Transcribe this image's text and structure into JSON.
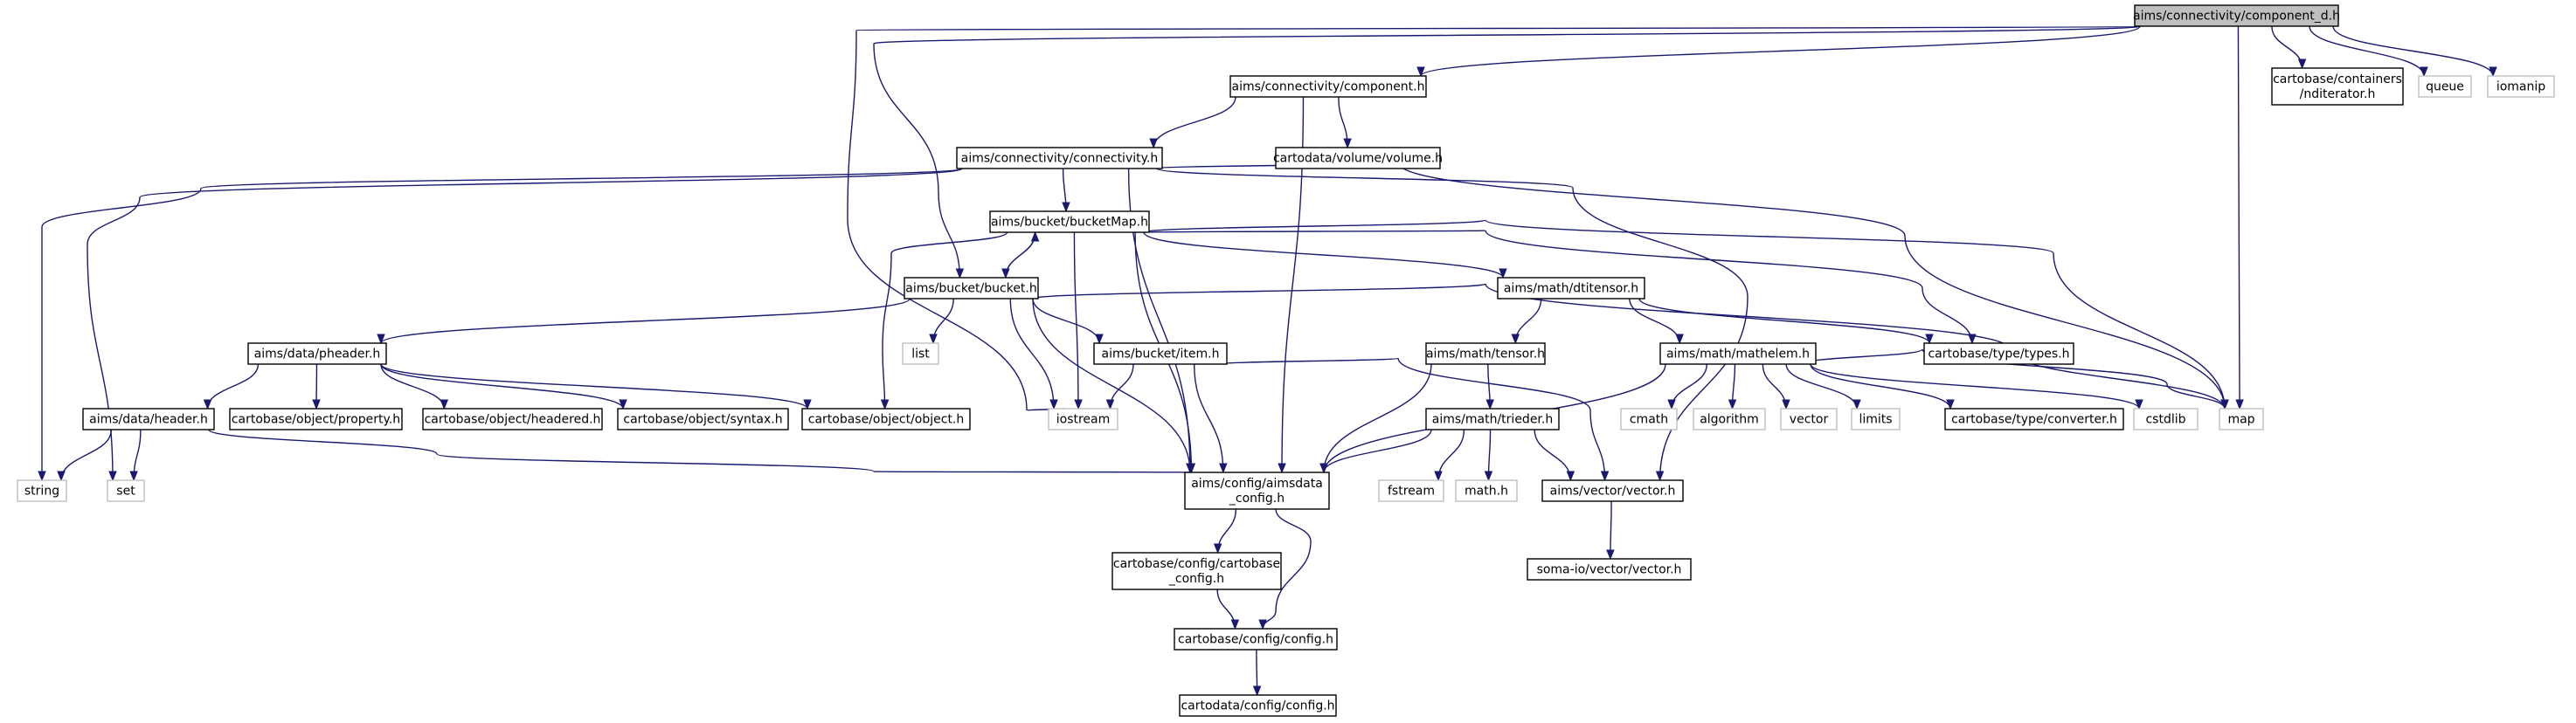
{
  "colors": {
    "edge": "#191970",
    "root_fill": "#bfbfbf",
    "documented_border": "#000000",
    "external_border": "#bfbfbf",
    "node_fill": "#ffffff"
  },
  "nodes": [
    {
      "id": "root",
      "lines": [
        "aims/connectivity/component_d.h"
      ],
      "kind": "root"
    },
    {
      "id": "component",
      "lines": [
        "aims/connectivity/component.h"
      ],
      "kind": "doc"
    },
    {
      "id": "nditerator",
      "lines": [
        "cartobase/containers",
        "/nditerator.h"
      ],
      "kind": "doc"
    },
    {
      "id": "queue",
      "lines": [
        "queue"
      ],
      "kind": "ext"
    },
    {
      "id": "iomanip",
      "lines": [
        "iomanip"
      ],
      "kind": "ext"
    },
    {
      "id": "connectivity",
      "lines": [
        "aims/connectivity/connectivity.h"
      ],
      "kind": "doc"
    },
    {
      "id": "volume",
      "lines": [
        "cartodata/volume/volume.h"
      ],
      "kind": "doc"
    },
    {
      "id": "bucketMap",
      "lines": [
        "aims/bucket/bucketMap.h"
      ],
      "kind": "doc"
    },
    {
      "id": "bucket",
      "lines": [
        "aims/bucket/bucket.h"
      ],
      "kind": "doc"
    },
    {
      "id": "dtitensor",
      "lines": [
        "aims/math/dtitensor.h"
      ],
      "kind": "doc"
    },
    {
      "id": "pheader",
      "lines": [
        "aims/data/pheader.h"
      ],
      "kind": "doc"
    },
    {
      "id": "list",
      "lines": [
        "list"
      ],
      "kind": "ext"
    },
    {
      "id": "item",
      "lines": [
        "aims/bucket/item.h"
      ],
      "kind": "doc"
    },
    {
      "id": "tensor",
      "lines": [
        "aims/math/tensor.h"
      ],
      "kind": "doc"
    },
    {
      "id": "mathelem",
      "lines": [
        "aims/math/mathelem.h"
      ],
      "kind": "doc"
    },
    {
      "id": "types",
      "lines": [
        "cartobase/type/types.h"
      ],
      "kind": "doc"
    },
    {
      "id": "header",
      "lines": [
        "aims/data/header.h"
      ],
      "kind": "doc"
    },
    {
      "id": "property",
      "lines": [
        "cartobase/object/property.h"
      ],
      "kind": "doc"
    },
    {
      "id": "headered",
      "lines": [
        "cartobase/object/headered.h"
      ],
      "kind": "doc"
    },
    {
      "id": "syntax",
      "lines": [
        "cartobase/object/syntax.h"
      ],
      "kind": "doc"
    },
    {
      "id": "object",
      "lines": [
        "cartobase/object/object.h"
      ],
      "kind": "doc"
    },
    {
      "id": "iostream",
      "lines": [
        "iostream"
      ],
      "kind": "ext"
    },
    {
      "id": "cmath",
      "lines": [
        "cmath"
      ],
      "kind": "ext"
    },
    {
      "id": "algorithm",
      "lines": [
        "algorithm"
      ],
      "kind": "ext"
    },
    {
      "id": "vectorstd",
      "lines": [
        "vector"
      ],
      "kind": "ext"
    },
    {
      "id": "limits",
      "lines": [
        "limits"
      ],
      "kind": "ext"
    },
    {
      "id": "converter",
      "lines": [
        "cartobase/type/converter.h"
      ],
      "kind": "doc"
    },
    {
      "id": "cstdlib",
      "lines": [
        "cstdlib"
      ],
      "kind": "ext"
    },
    {
      "id": "map",
      "lines": [
        "map"
      ],
      "kind": "ext"
    },
    {
      "id": "string",
      "lines": [
        "string"
      ],
      "kind": "ext"
    },
    {
      "id": "set",
      "lines": [
        "set"
      ],
      "kind": "ext"
    },
    {
      "id": "aimsdata_config",
      "lines": [
        "aims/config/aimsdata",
        "_config.h"
      ],
      "kind": "doc"
    },
    {
      "id": "trieder",
      "lines": [
        "aims/math/trieder.h"
      ],
      "kind": "doc"
    },
    {
      "id": "fstream",
      "lines": [
        "fstream"
      ],
      "kind": "ext"
    },
    {
      "id": "math_h",
      "lines": [
        "math.h"
      ],
      "kind": "ext"
    },
    {
      "id": "aims_vector",
      "lines": [
        "aims/vector/vector.h"
      ],
      "kind": "doc"
    },
    {
      "id": "soma_vector",
      "lines": [
        "soma-io/vector/vector.h"
      ],
      "kind": "doc"
    },
    {
      "id": "cartobase_config",
      "lines": [
        "cartobase/config/cartobase",
        "_config.h"
      ],
      "kind": "doc"
    },
    {
      "id": "config",
      "lines": [
        "cartobase/config/config.h"
      ],
      "kind": "doc"
    },
    {
      "id": "cartodata_config",
      "lines": [
        "cartodata/config/config.h"
      ],
      "kind": "doc"
    }
  ],
  "edges": [
    [
      "root",
      "component"
    ],
    [
      "root",
      "nditerator"
    ],
    [
      "root",
      "queue"
    ],
    [
      "root",
      "iomanip"
    ],
    [
      "root",
      "map"
    ],
    [
      "root",
      "bucket"
    ],
    [
      "root",
      "iostream"
    ],
    [
      "component",
      "connectivity"
    ],
    [
      "component",
      "volume"
    ],
    [
      "component",
      "aimsdata_config"
    ],
    [
      "connectivity",
      "bucketMap"
    ],
    [
      "connectivity",
      "aimsdata_config"
    ],
    [
      "connectivity",
      "string"
    ],
    [
      "connectivity",
      "set"
    ],
    [
      "connectivity",
      "aims_vector"
    ],
    [
      "connectivity",
      "map"
    ],
    [
      "bucketMap",
      "bucket"
    ],
    [
      "bucketMap",
      "dtitensor"
    ],
    [
      "bucketMap",
      "types"
    ],
    [
      "bucketMap",
      "iostream"
    ],
    [
      "bucketMap",
      "aimsdata_config"
    ],
    [
      "bucketMap",
      "object"
    ],
    [
      "bucketMap",
      "map"
    ],
    [
      "bucket",
      "bucketMap"
    ],
    [
      "bucket",
      "pheader"
    ],
    [
      "bucket",
      "list"
    ],
    [
      "bucket",
      "item"
    ],
    [
      "bucket",
      "iostream"
    ],
    [
      "bucket",
      "aimsdata_config"
    ],
    [
      "bucket",
      "map"
    ],
    [
      "dtitensor",
      "tensor"
    ],
    [
      "dtitensor",
      "mathelem"
    ],
    [
      "dtitensor",
      "types"
    ],
    [
      "pheader",
      "header"
    ],
    [
      "pheader",
      "property"
    ],
    [
      "pheader",
      "headered"
    ],
    [
      "pheader",
      "syntax"
    ],
    [
      "pheader",
      "object"
    ],
    [
      "header",
      "string"
    ],
    [
      "header",
      "set"
    ],
    [
      "header",
      "aimsdata_config"
    ],
    [
      "item",
      "iostream"
    ],
    [
      "item",
      "aimsdata_config"
    ],
    [
      "item",
      "aims_vector"
    ],
    [
      "tensor",
      "trieder"
    ],
    [
      "tensor",
      "aimsdata_config"
    ],
    [
      "mathelem",
      "aimsdata_config"
    ],
    [
      "mathelem",
      "cmath"
    ],
    [
      "mathelem",
      "algorithm"
    ],
    [
      "mathelem",
      "vectorstd"
    ],
    [
      "mathelem",
      "limits"
    ],
    [
      "mathelem",
      "converter"
    ],
    [
      "mathelem",
      "cstdlib"
    ],
    [
      "mathelem",
      "map"
    ],
    [
      "trieder",
      "aimsdata_config"
    ],
    [
      "trieder",
      "fstream"
    ],
    [
      "trieder",
      "math_h"
    ],
    [
      "trieder",
      "aims_vector"
    ],
    [
      "aims_vector",
      "soma_vector"
    ],
    [
      "aimsdata_config",
      "cartobase_config"
    ],
    [
      "aimsdata_config",
      "config"
    ],
    [
      "cartobase_config",
      "config"
    ],
    [
      "config",
      "cartodata_config"
    ]
  ]
}
